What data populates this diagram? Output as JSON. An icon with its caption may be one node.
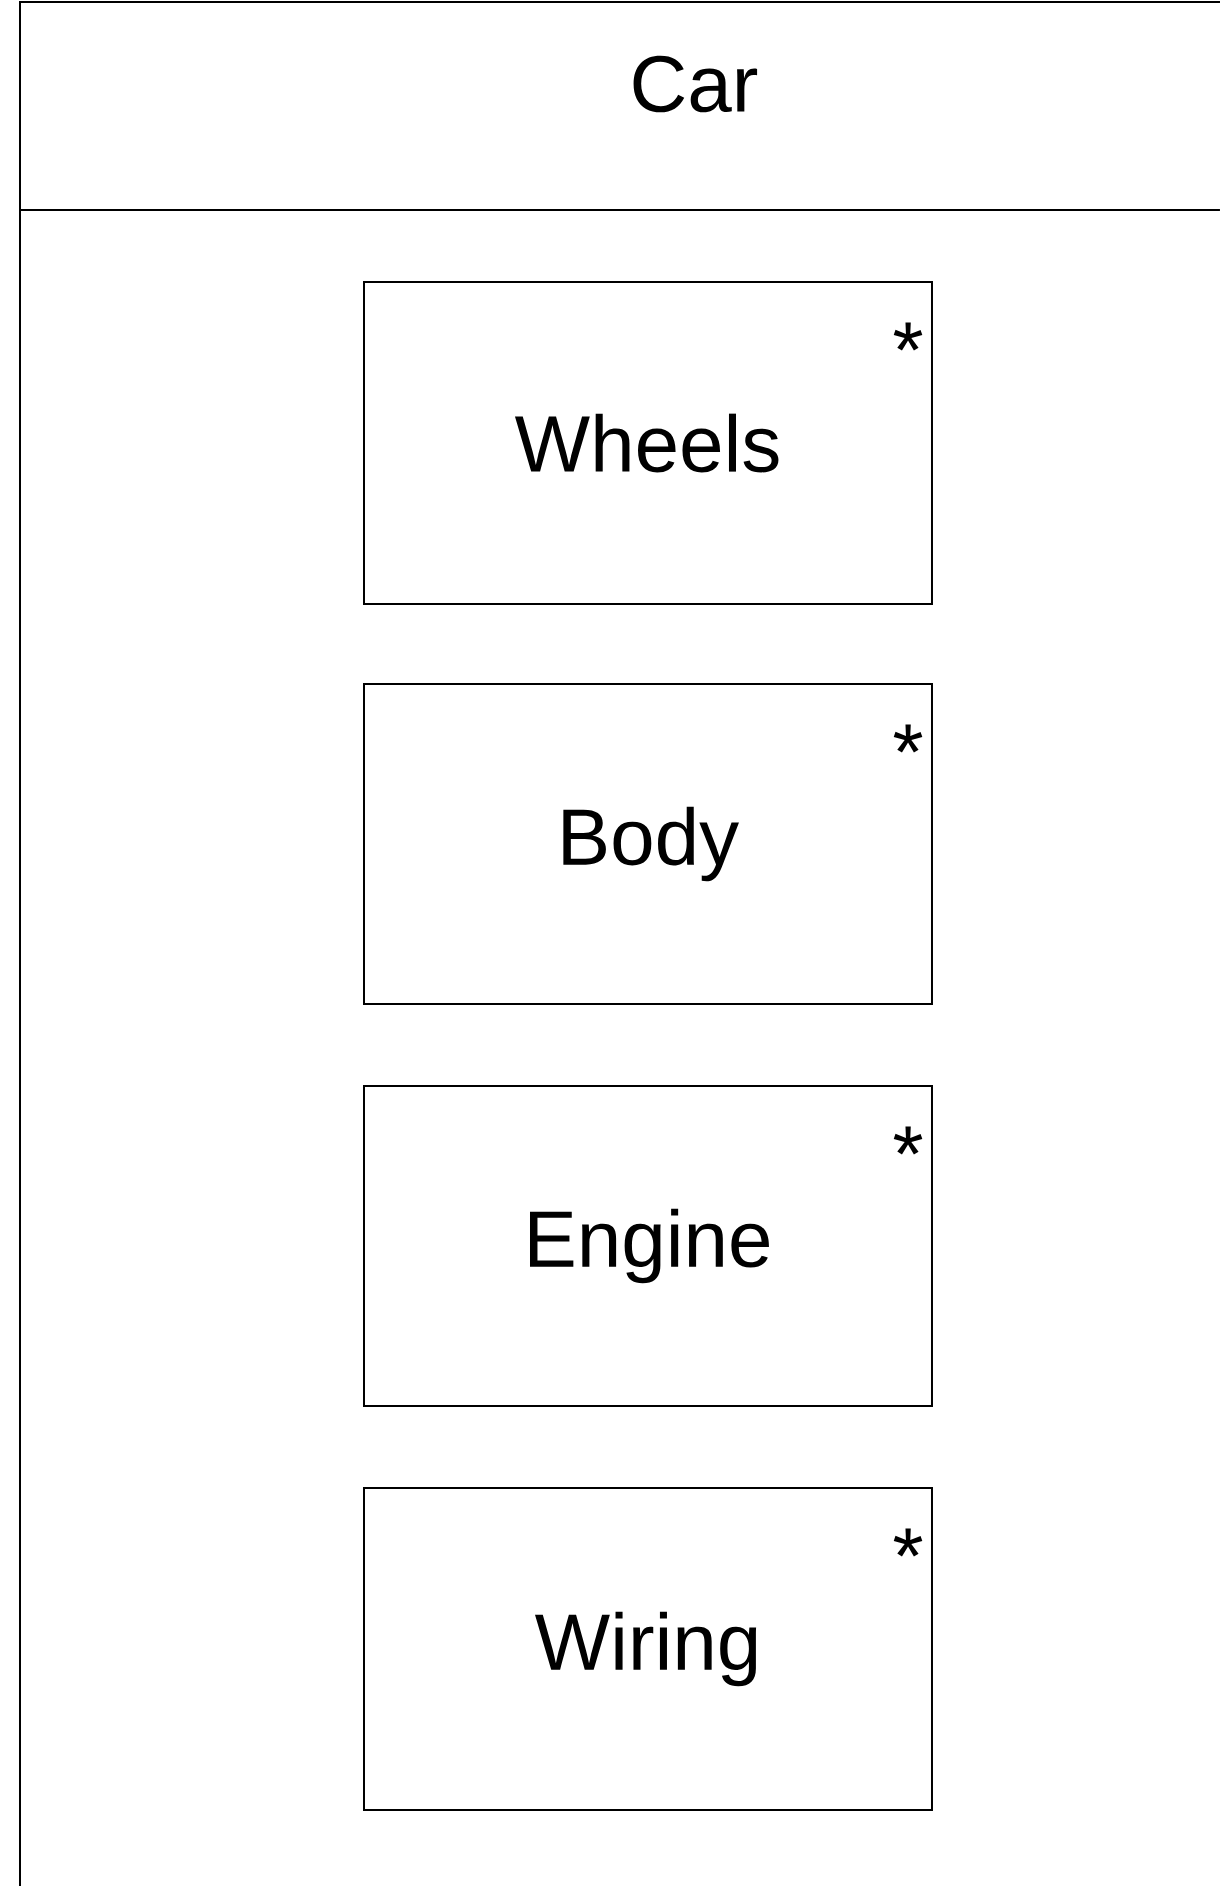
{
  "diagram": {
    "nodes": [
      {
        "text": [
          "Car"
        ]
      },
      {
        "text": [
          "Wheels",
          "*"
        ],
        "in": 0
      },
      {
        "text": [
          "Body",
          "*"
        ],
        "in": 0
      },
      {
        "text": [
          "Engine",
          "*"
        ],
        "in": 0
      },
      {
        "text": [
          "Wiring",
          "*"
        ],
        "in": 0
      }
    ]
  }
}
